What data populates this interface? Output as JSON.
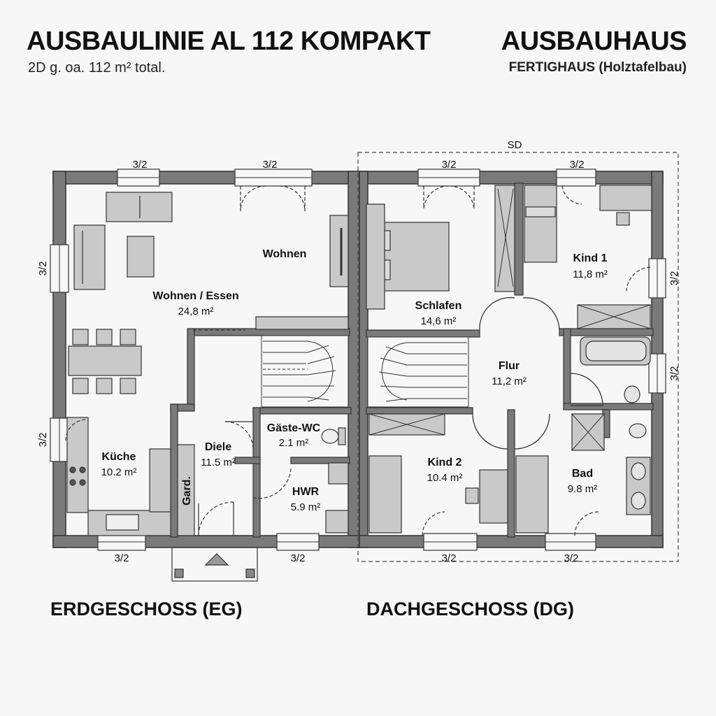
{
  "header": {
    "title_left": "AUSBAULINIE AL 112 KOMPAKT",
    "subtitle_left": "2D g. oa. 112 m² total.",
    "title_right": "AUSBAUHAUS",
    "subtitle_right": "FERTIGHAUS (Holztafelbau)"
  },
  "ground_floor": {
    "label": "ERDGESCHOSS (EG)",
    "rooms": {
      "wohnen": "Wohnen",
      "wohnen_essen_name": "Wohnen / Essen",
      "wohnen_essen_area": "24,8 m²",
      "kueche_name": "Küche",
      "kueche_area": "10.2 m²",
      "diele_name": "Diele",
      "diele_area": "11.5 m²",
      "gaeste_wc_name": "Gäste-WC",
      "gaeste_wc_area": "2.1 m²",
      "hwr_name": "HWR",
      "hwr_area": "5.9 m²",
      "gard": "Gard."
    },
    "window_marks": [
      "3/2",
      "3/2",
      "3/2",
      "3/2",
      "3/2",
      "3/2"
    ]
  },
  "upper_floor": {
    "label": "DACHGESCHOSS (DG)",
    "sd": "SD",
    "rooms": {
      "schlafen_name": "Schlafen",
      "schlafen_area": "14,6 m²",
      "kind1_name": "Kind 1",
      "kind1_area": "11,8 m²",
      "flur_name": "Flur",
      "flur_area": "11,2 m²",
      "kind2_name": "Kind 2",
      "kind2_area": "10.4 m²",
      "bad_name": "Bad",
      "bad_area": "9.8 m²"
    },
    "window_marks": [
      "3/2",
      "3/2",
      "3/2",
      "3/2",
      "3/2",
      "3/2"
    ]
  },
  "colors": {
    "wall": "#7a7a7a",
    "furniture": "#c9c9c9",
    "line": "#222222",
    "background": "#f7f7f7"
  }
}
